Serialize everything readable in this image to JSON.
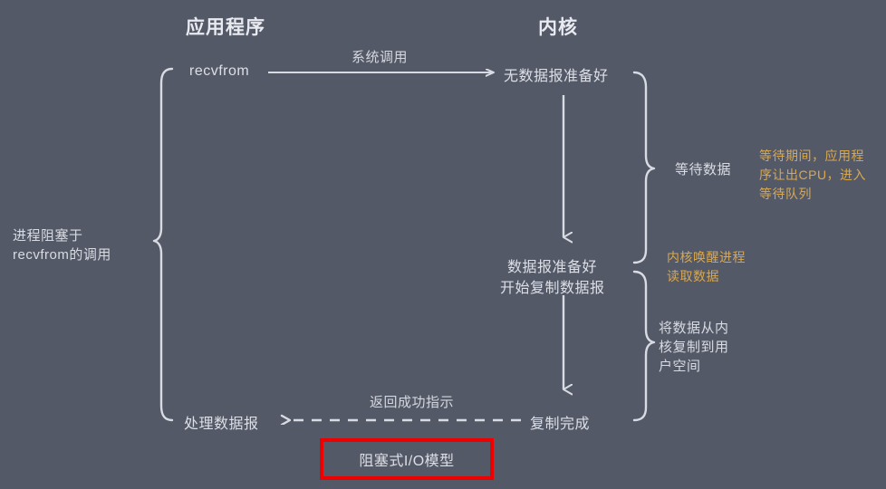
{
  "diagram": {
    "title_box": {
      "label": "阻塞式I/O模型"
    },
    "columns": [
      {
        "name": "application",
        "label": "应用程序"
      },
      {
        "name": "kernel",
        "label": "内核"
      }
    ],
    "nodes": {
      "recvfrom": "recvfrom",
      "no_datagram_ready": "无数据报准备好",
      "datagram_ready_line1": "数据报准备好",
      "datagram_ready_line2": "开始复制数据报",
      "copy_complete": "复制完成",
      "process_datagram": "处理数据报"
    },
    "edges": {
      "system_call": "系统调用",
      "return_success": "返回成功指示"
    },
    "side_labels": {
      "blocked_line1": "进程阻塞于",
      "blocked_line2": "recvfrom的调用",
      "wait_data": "等待数据",
      "copy_to_user_line1": "将数据从内",
      "copy_to_user_line2": "核复制到用",
      "copy_to_user_line3": "户空间"
    },
    "notes": {
      "wait_note_line1": "等待期间，应用程",
      "wait_note_line2": "序让出CPU，进入",
      "wait_note_line3": "等待队列",
      "wake_note_line1": "内核唤醒进程",
      "wake_note_line2": "读取数据"
    },
    "colors": {
      "background": "#545968",
      "stroke": "#d8dbe2",
      "text": "#dcdfe6",
      "note": "#d9a84e",
      "callout_border": "#ee0000"
    }
  }
}
